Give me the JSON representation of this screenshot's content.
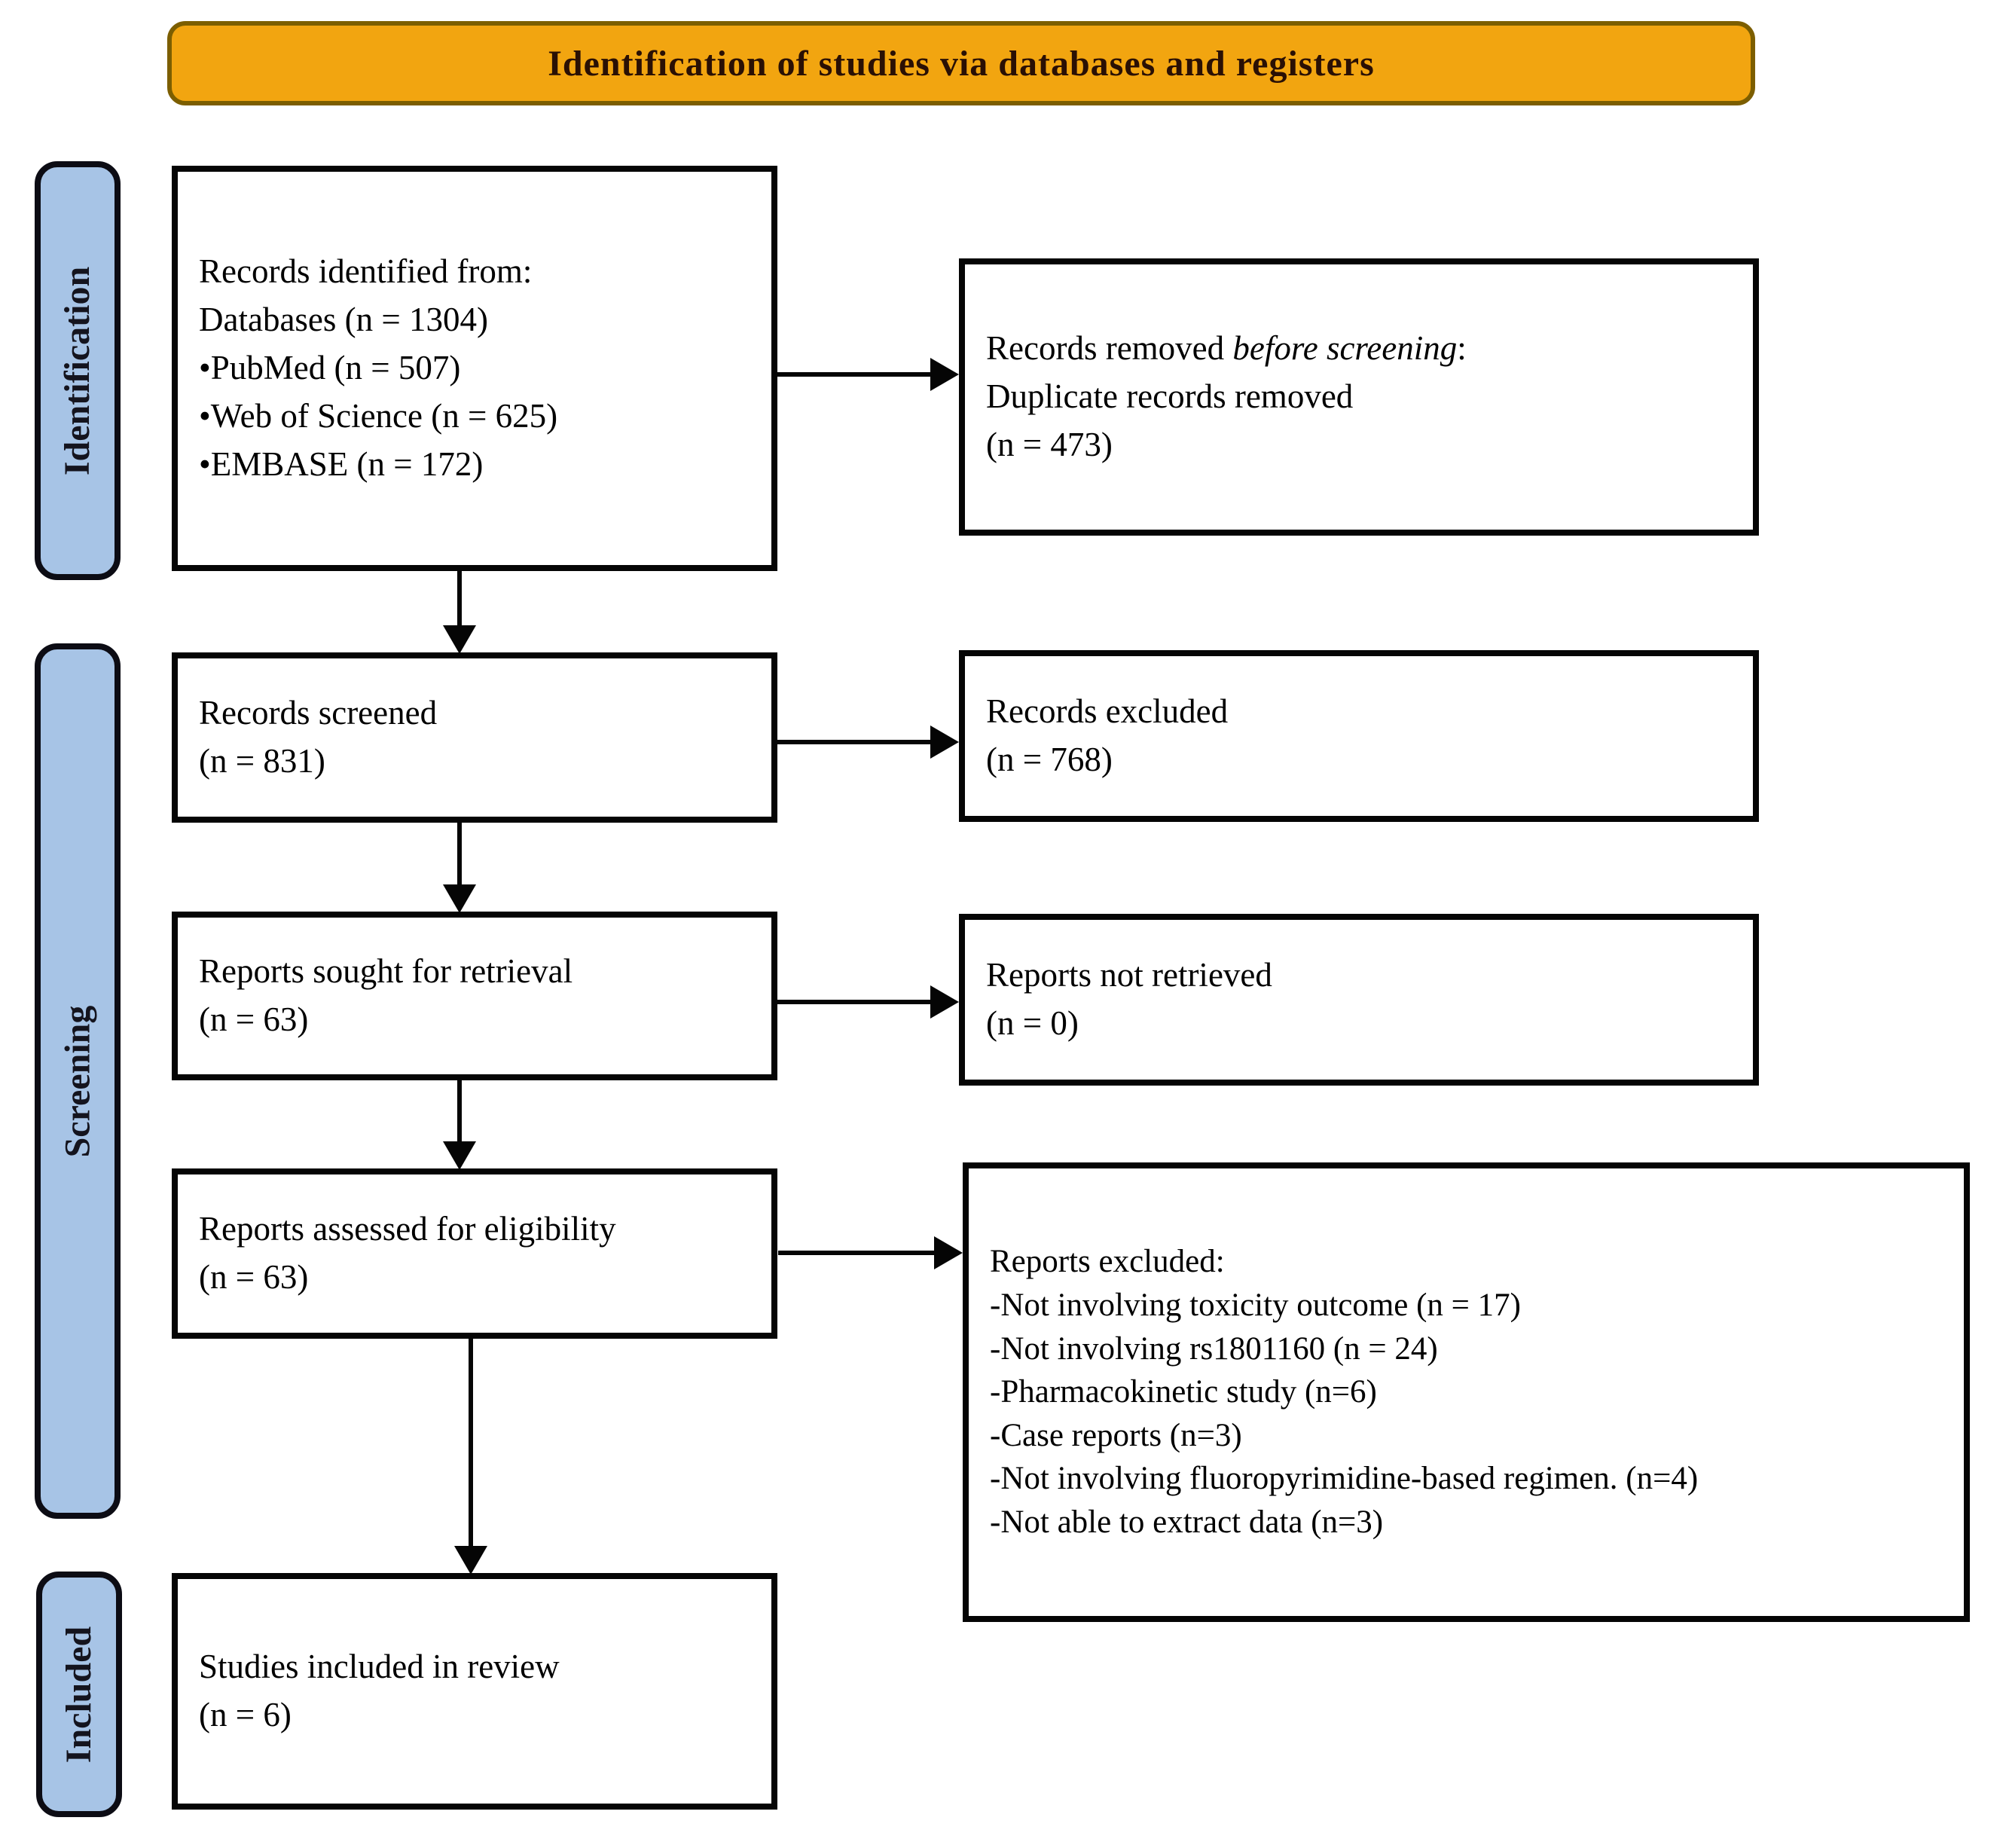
{
  "banner": {
    "title": "Identification of studies via databases and registers"
  },
  "sidebar": {
    "stages": [
      {
        "id": "identification",
        "label": "Identification"
      },
      {
        "id": "screening",
        "label": "Screening"
      },
      {
        "id": "included",
        "label": "Included"
      }
    ]
  },
  "flow": {
    "records_identified": {
      "lines": [
        "Records identified from:",
        "Databases (n = 1304)",
        "•PubMed (n = 507)",
        "•Web of Science (n = 625)",
        "•EMBASE (n = 172)"
      ]
    },
    "records_removed": {
      "line1_prefix": "Records removed ",
      "line1_italic": "before screening",
      "line1_suffix": ":",
      "line2": "Duplicate records removed",
      "line3": "(n = 473)"
    },
    "records_screened": {
      "line1": "Records screened",
      "line2": "(n = 831)"
    },
    "records_excluded": {
      "line1": "Records excluded",
      "line2": "(n = 768)"
    },
    "reports_sought": {
      "line1": "Reports sought for retrieval",
      "line2": "(n = 63)"
    },
    "reports_not_retrieved": {
      "line1": "Reports not retrieved",
      "line2": "(n = 0)"
    },
    "reports_assessed": {
      "line1": "Reports assessed for eligibility",
      "line2": "(n = 63)"
    },
    "reports_excluded": {
      "title": "Reports excluded:",
      "items": [
        "-Not involving toxicity outcome (n = 17)",
        "-Not involving rs1801160 (n = 24)",
        "-Pharmacokinetic study (n=6)",
        "-Case reports (n=3)",
        "-Not involving fluoropyrimidine-based regimen. (n=4)",
        "-Not able to extract data (n=3)"
      ]
    },
    "studies_included": {
      "line1": "Studies included in review",
      "line2": "(n = 6)"
    }
  },
  "colors": {
    "banner_fill": "#F2A510",
    "banner_border": "#7C5E00",
    "stage_fill": "#A7C4E6",
    "line_black": "#050505"
  }
}
